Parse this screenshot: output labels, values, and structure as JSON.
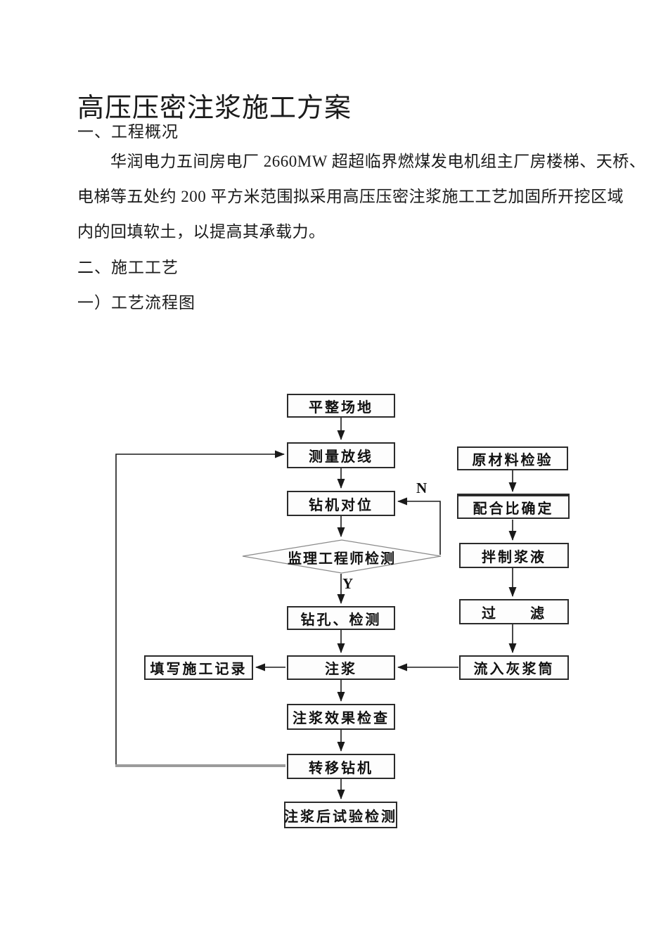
{
  "doc": {
    "title": "高压压密注浆施工方案",
    "section1_heading": "一、工程概况",
    "paragraph_lines": [
      "华润电力五间房电厂 2660MW 超超临界燃煤发电机组主厂房楼梯、天桥、",
      "电梯等五处约 200 平方米范围拟采用高压压密注浆施工工艺加固所开挖区域",
      "内的回填软土，以提高其承载力。"
    ],
    "section2_heading": "二、施工工艺",
    "subsection_heading": "一）工艺流程图"
  },
  "flowchart": {
    "nodes": {
      "level_site": {
        "label": "平整场地"
      },
      "survey_layout": {
        "label": "测量放线"
      },
      "rig_positioning": {
        "label": "钻机对位"
      },
      "supervisor_inspection": {
        "label": "监理工程师检测"
      },
      "drilling_inspection": {
        "label": "钻孔、检测"
      },
      "grouting": {
        "label": "注浆"
      },
      "fill_construction_record": {
        "label": "填写施工记录"
      },
      "grouting_effect_check": {
        "label": "注浆效果检查"
      },
      "move_rig": {
        "label": "转移钻机"
      },
      "post_grouting_test": {
        "label": "注浆后试验检测"
      },
      "raw_material_inspection": {
        "label": "原材料检验"
      },
      "mix_ratio_determination": {
        "label": "配合比确定"
      },
      "mix_grout": {
        "label": "拌制浆液"
      },
      "filter": {
        "label": "过　　滤"
      },
      "flow_into_cylinder": {
        "label": "流入灰浆筒"
      }
    },
    "edge_labels": {
      "no": "N",
      "yes": "Y"
    },
    "edges": [
      {
        "from": "平整场地",
        "to": "测量放线"
      },
      {
        "from": "测量放线",
        "to": "钻机对位"
      },
      {
        "from": "钻机对位",
        "to": "监理工程师检测"
      },
      {
        "from": "监理工程师检测",
        "to": "钻孔、检测",
        "label": "Y"
      },
      {
        "from": "监理工程师检测",
        "to": "钻机对位",
        "label": "N"
      },
      {
        "from": "钻孔、检测",
        "to": "注浆"
      },
      {
        "from": "注浆",
        "to": "填写施工记录"
      },
      {
        "from": "注浆",
        "to": "注浆效果检查"
      },
      {
        "from": "注浆效果检查",
        "to": "转移钻机"
      },
      {
        "from": "转移钻机",
        "to": "注浆后试验检测"
      },
      {
        "from": "转移钻机",
        "to": "测量放线"
      },
      {
        "from": "原材料检验",
        "to": "配合比确定"
      },
      {
        "from": "配合比确定",
        "to": "拌制浆液"
      },
      {
        "from": "拌制浆液",
        "to": "过滤"
      },
      {
        "from": "过滤",
        "to": "流入灰浆筒"
      },
      {
        "from": "流入灰浆筒",
        "to": "注浆"
      }
    ],
    "colors": {
      "line": "#1a1a1a",
      "box_border": "#2b2b2b",
      "loop_gray": "#9b9b9b"
    }
  }
}
